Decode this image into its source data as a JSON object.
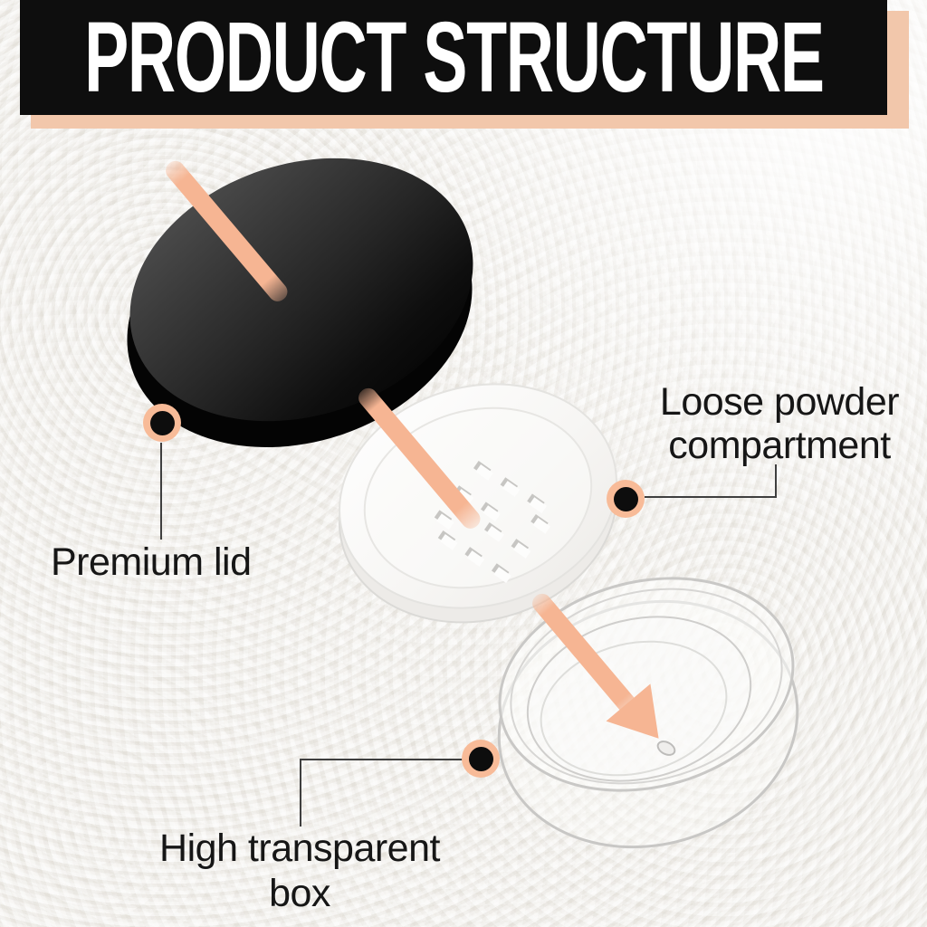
{
  "title": "PRODUCT STRUCTURE",
  "parts": {
    "premium_lid": {
      "label": "Premium lid"
    },
    "loose_powder_compartment": {
      "label_line1": "Loose powder",
      "label_line2": "compartment"
    },
    "high_transparent_box": {
      "label_line1": "High transparent",
      "label_line2": "box"
    }
  },
  "colors": {
    "accent": "#f6b593",
    "accent_ring": "#f8bb98",
    "banner_shadow": "#f2c7ab",
    "banner_bg": "#0e0e0e",
    "title_text": "#ffffff",
    "label_text": "#161616",
    "connector": "#3f3f3f",
    "background": "#f1efeb"
  }
}
